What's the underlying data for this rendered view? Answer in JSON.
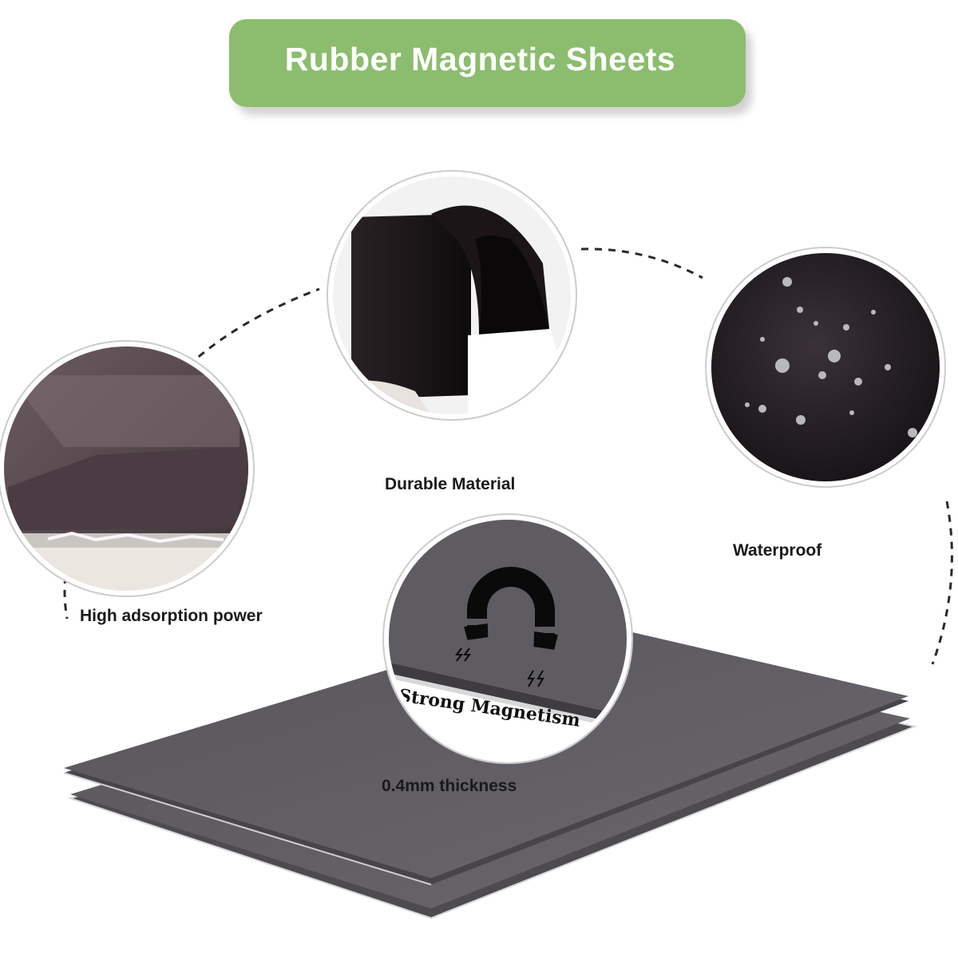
{
  "banner": {
    "title": "Rubber Magnetic Sheets"
  },
  "features": {
    "durable": "Durable Material",
    "adsorption": "High adsorption power",
    "waterproof": "Waterproof",
    "magnetism": "Strong Magnetism",
    "thickness": "0.4mm thickness"
  },
  "icons": {
    "magnet": "horseshoe-magnet-icon",
    "magnetic_field": "lightning-icon"
  },
  "colors": {
    "banner": "#8cbd6e",
    "sheet": "#5f5c61",
    "text": "#1a1a1a"
  }
}
